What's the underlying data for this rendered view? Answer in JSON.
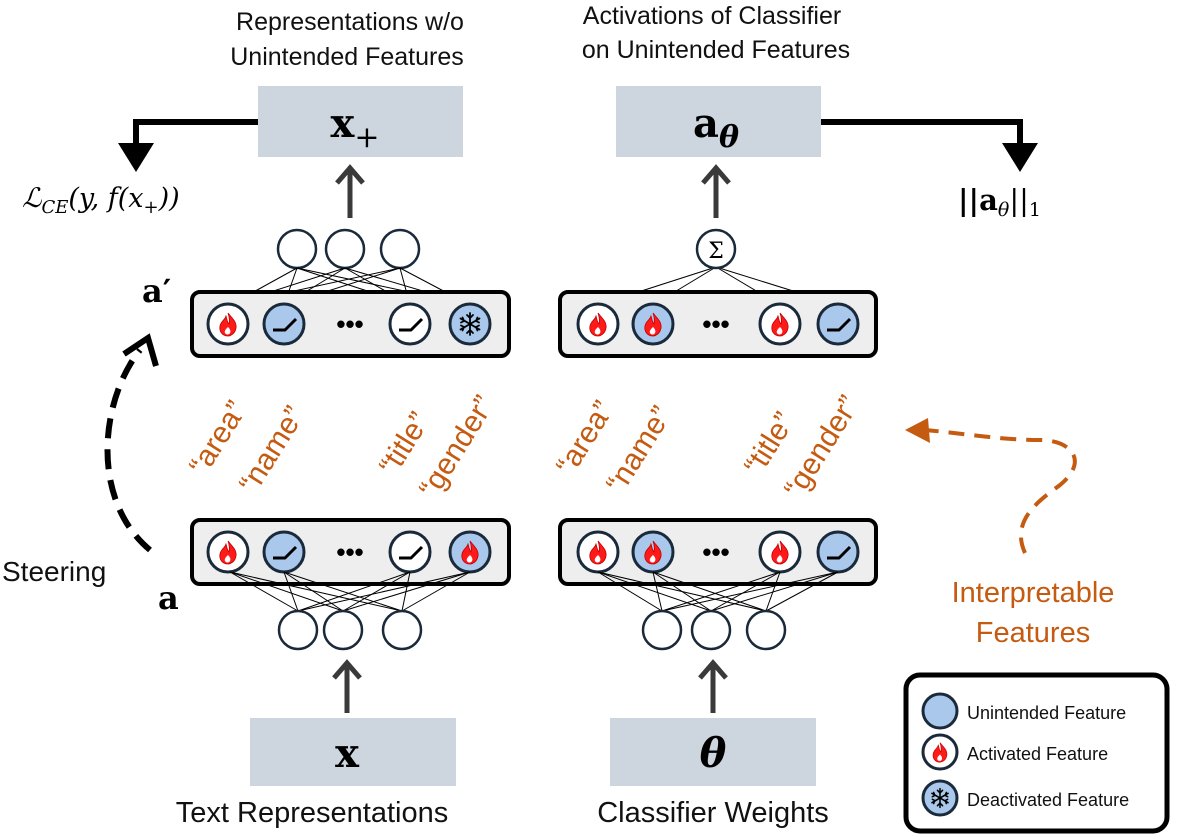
{
  "left_column": {
    "top_caption_line1": "Representations w/o",
    "top_caption_line2": "Unintended Features",
    "output_symbol": "x",
    "output_subscript": "+",
    "loss_label": "ℒ",
    "loss_sub": "CE",
    "loss_args": "(y, f(x",
    "loss_args_sub": "+",
    "loss_close": "))",
    "a_prime_label": "a′",
    "a_label": "a",
    "steering_label": "Steering",
    "input_symbol": "x",
    "bottom_caption": "Text Representations",
    "words_top": [
      "area",
      "name",
      "title",
      "gender"
    ]
  },
  "right_column": {
    "top_caption_line1": "Activations of Classifier",
    "top_caption_line2": "on Unintended Features",
    "output_symbol": "a",
    "output_subscript": "θ",
    "norm_label": "||a",
    "norm_sub": "θ",
    "norm_close": "||",
    "norm_index": "1",
    "sum_symbol": "Σ",
    "input_symbol": "θ",
    "bottom_caption": "Classifier Weights",
    "words_top": [
      "area",
      "name",
      "title",
      "gender"
    ]
  },
  "interpretable_label_line1": "Interpretable",
  "interpretable_label_line2": "Features",
  "ellipsis": "•••",
  "legend": {
    "unintended": "Unintended Feature",
    "activated": "Activated Feature",
    "deactivated": "Deactivated Feature"
  },
  "colors": {
    "box_fill": "#cdd5df",
    "node_blue": "#a9c8ec",
    "orange": "#c55a11",
    "flame": "#ff0000"
  }
}
